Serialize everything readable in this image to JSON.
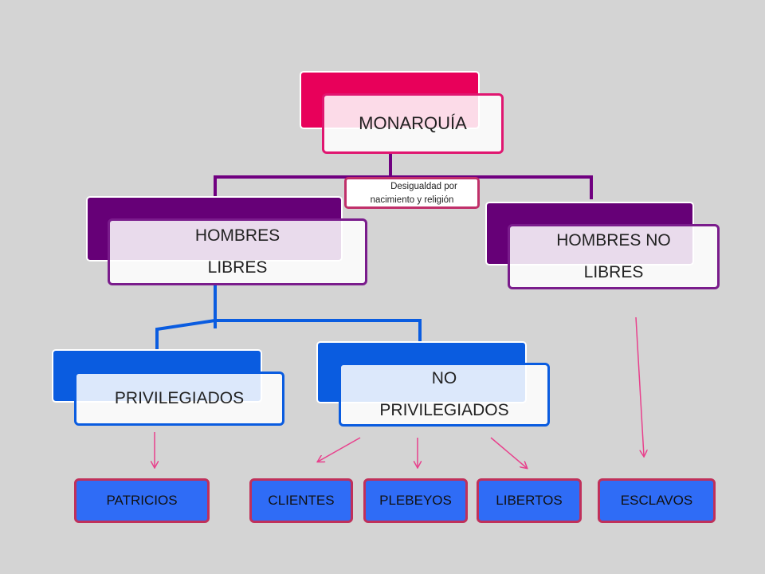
{
  "colors": {
    "background": "#d4d4d4",
    "monarquia": "#e8005a",
    "libres": "#660077",
    "privilegiados": "#0a5ce0",
    "leaf_fill": "#2f6cf6",
    "leaf_border": "#c0305a",
    "arrow": "#e8408c"
  },
  "root": {
    "label": "MONARQUÍA"
  },
  "note": {
    "line1": "Desigualdad   por",
    "line2": "nacimiento y religión"
  },
  "libres": {
    "line1": "HOMBRES",
    "line2": "LIBRES"
  },
  "no_libres": {
    "line1": "HOMBRES NO",
    "line2": "LIBRES"
  },
  "privilegiados": {
    "label": "PRIVILEGIADOS"
  },
  "no_privilegiados": {
    "line1": "NO",
    "line2": "PRIVILEGIADOS"
  },
  "leaves": {
    "patricios": "PATRICIOS",
    "clientes": "CLIENTES",
    "plebeyos": "PLEBEYOS",
    "libertos": "LIBERTOS",
    "esclavos": "ESCLAVOS"
  }
}
